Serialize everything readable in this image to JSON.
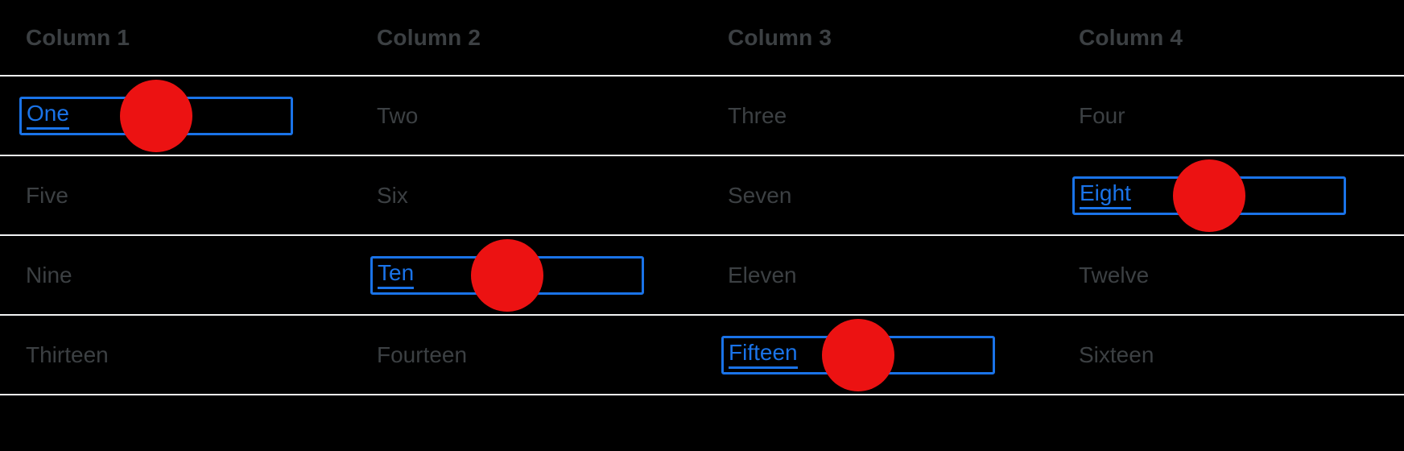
{
  "table": {
    "headers": [
      "Column 1",
      "Column 2",
      "Column 3",
      "Column 4"
    ],
    "rows": [
      [
        "One",
        "Two",
        "Three",
        "Four"
      ],
      [
        "Five",
        "Six",
        "Seven",
        "Eight"
      ],
      [
        "Nine",
        "Ten",
        "Eleven",
        "Twelve"
      ],
      [
        "Thirteen",
        "Fourteen",
        "Fifteen",
        "Sixteen"
      ]
    ]
  },
  "focus": {
    "focused_link_cells": [
      {
        "row": 1,
        "col": 1,
        "text": "One",
        "click_marker": true
      },
      {
        "row": 2,
        "col": 4,
        "text": "Eight",
        "click_marker": true
      },
      {
        "row": 3,
        "col": 2,
        "text": "Ten",
        "click_marker": true
      },
      {
        "row": 4,
        "col": 3,
        "text": "Fifteen",
        "click_marker": true
      }
    ]
  },
  "colors": {
    "background": "#000000",
    "text": "#3c4043",
    "link": "#1a73e8",
    "focus_outline": "#1a73e8",
    "row_divider": "#f1f3f4",
    "click_marker": "#ec1212"
  }
}
